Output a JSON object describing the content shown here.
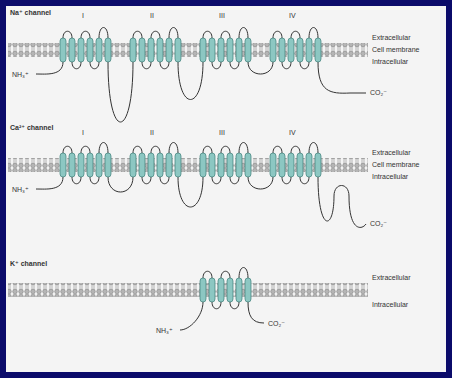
{
  "diagram": {
    "labels": [
      "Na⁺ channel",
      "I",
      "II",
      "III",
      "IV",
      "Extracellular",
      "Cell membrane",
      "Intracellular",
      "NH₃⁺",
      "CO₂⁻",
      "Ca²⁺ channel",
      "I",
      "II",
      "III",
      "IV",
      "Extracellular",
      "Cell membrane",
      "Intracellular",
      "NH₃⁺",
      "CO₂⁻",
      "K⁺ channel",
      "Extracellular",
      "Intracellular",
      "NH₃⁺",
      "CO₂⁻"
    ]
  }
}
